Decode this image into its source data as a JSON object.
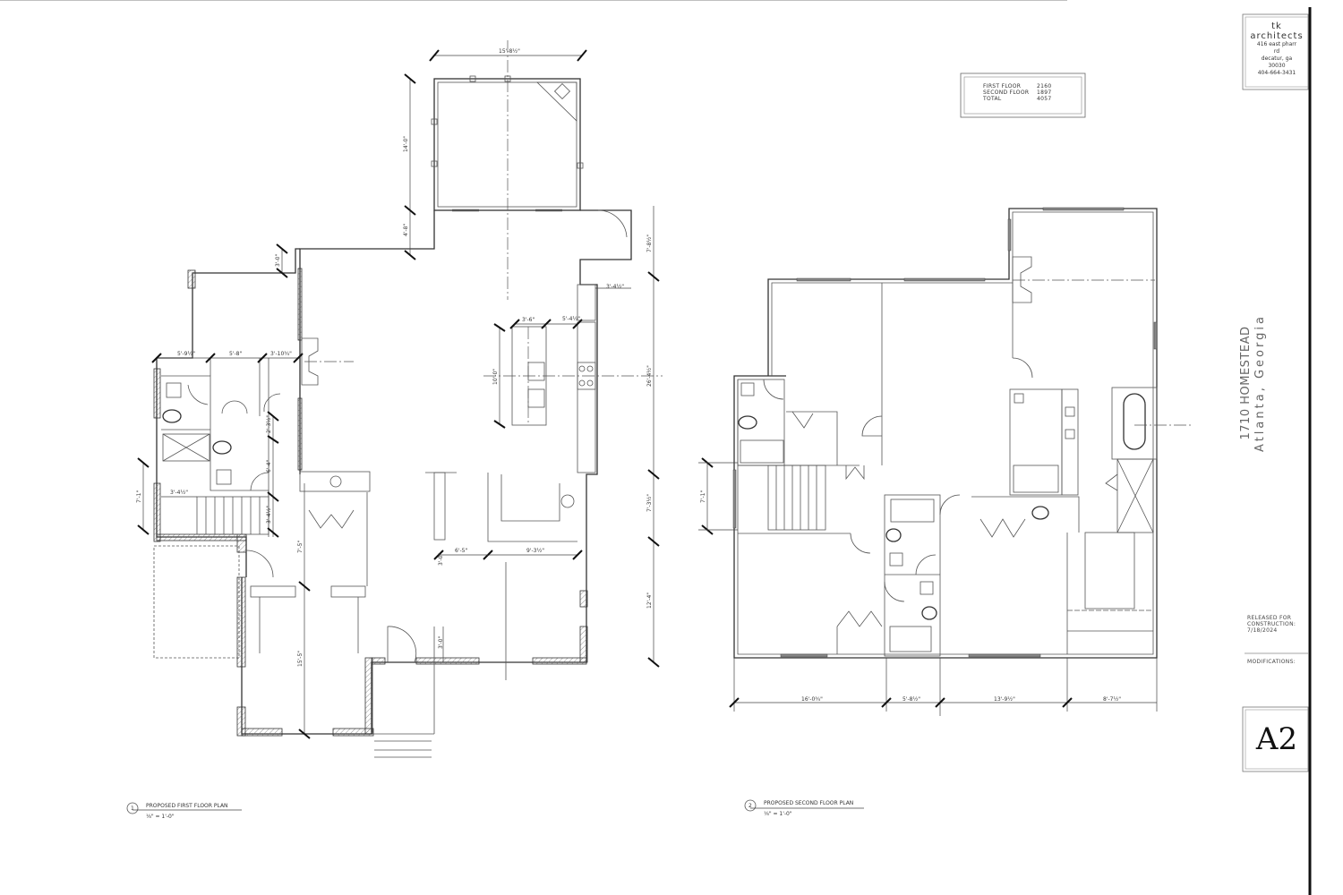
{
  "title_block": {
    "firm": {
      "line1": "tk",
      "line2": "architects",
      "address1": "416 east pharr",
      "address2": "rd",
      "city": "decatur, ga",
      "zip": "30030",
      "phone": "404-664-3431"
    },
    "project_name": "1710 HOMESTEAD",
    "project_location": "Atlanta, Georgia",
    "released_label": "RELEASED FOR CONSTRUCTION:",
    "released_date": "7/18/2024",
    "modifications_label": "MODIFICATIONS:",
    "sheet_number": "A2"
  },
  "area_table": {
    "rows": [
      {
        "label": "FIRST FLOOR",
        "value": "2160"
      },
      {
        "label": "SECOND FLOOR",
        "value": "1897"
      },
      {
        "label": "TOTAL",
        "value": "4057"
      }
    ]
  },
  "plans": [
    {
      "number": "1",
      "title": "PROPOSED FIRST FLOOR PLAN",
      "scale": "⅛\" = 1'-0\""
    },
    {
      "number": "2",
      "title": "PROPOSED SECOND FLOOR PLAN",
      "scale": "⅛\" = 1'-0\""
    }
  ],
  "first_floor_dims": {
    "porch_width": "15'-8½\"",
    "porch_depth": "14'-0\"",
    "porch_step": "4'-8\"",
    "mud_step": "3'-0\"",
    "closet_depth": "7'-8½\"",
    "pantry": "3'-4½\"",
    "island_width": "3'-6\"",
    "range_offset": "5'-4½\"",
    "island_length": "10'-0\"",
    "kitchen_depth": "26'-4½\"",
    "dining_depth": "7'-3½\"",
    "dining_width": "9'-3½\"",
    "hall_width": "6'-5\"",
    "hall_wall": "3'-0\"",
    "foyer_wall": "3'-0\"",
    "front_depth": "12'-4\"",
    "foyer_depth": "7'-5\"",
    "front_room": "15'-5\"",
    "bath_width": "5'-9½\"",
    "laundry_width": "5'-8\"",
    "closet_width": "3'-10¾\"",
    "closet_door": "2'-3½\"",
    "powder_depth": "6'-4\"",
    "stair_width": "3'-4½\"",
    "stair_run": "7'-1\"",
    "stair_depth": "3'-4½\""
  },
  "second_floor_dims": {
    "seg1": "16'-0¾\"",
    "seg2": "5'-8½\"",
    "seg3": "13'-9½\"",
    "seg4": "8'-7½\"",
    "stair": "7'-1\""
  }
}
